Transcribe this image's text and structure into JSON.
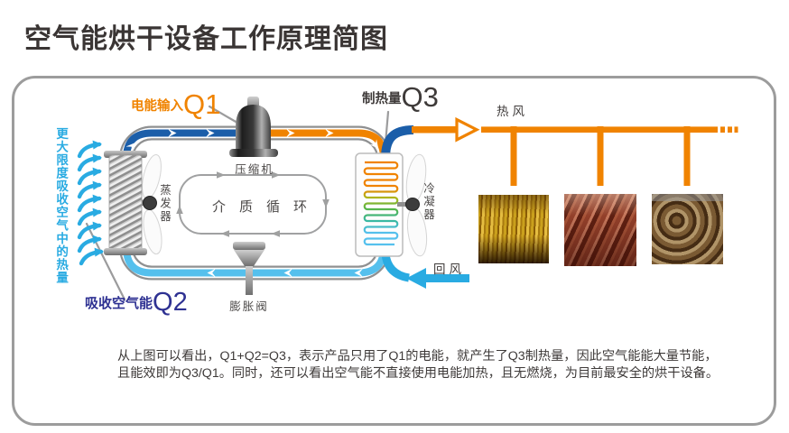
{
  "title": "空气能烘干设备工作原理简图",
  "colors": {
    "orange": "#f08300",
    "dark_blue": "#1b5ea9",
    "light_blue": "#55c0ed",
    "cyan": "#29abe2",
    "navy": "#2e3192",
    "text_dark": "#3e3a39",
    "pipe_gray": "#8f9091"
  },
  "labels": {
    "q1_prefix": "电能输入",
    "q1_symbol": "Q1",
    "q2_prefix": "吸收空气能",
    "q2_symbol": "Q2",
    "q3_prefix": "制热量",
    "q3_symbol": "Q3",
    "compressor": "压缩机",
    "evaporator": "蒸发器",
    "condenser": "冷凝器",
    "expansion_valve": "膨胀阀",
    "medium_cycle": "介质循环",
    "hot_air": "热风",
    "return_air": "回风",
    "absorb_note": "更大限度吸收空气中的热量"
  },
  "icons": {
    "air_intake_arrows": "cyan-curved-arrows",
    "hot_air_distribution": "orange-line-with-drops",
    "flow_arrows": "white-chevrons"
  },
  "photos": [
    {
      "id": "tobacco-drying-photo"
    },
    {
      "id": "sausage-drying-photo"
    },
    {
      "id": "mushroom-drying-photo"
    }
  ],
  "caption": {
    "line1": "从上图可以看出，Q1+Q2=Q3，表示产品只用了Q1的电能，就产生了Q3制热量，因此空气能能大量节能，",
    "line2": "且能效即为Q3/Q1。同时，还可以看出空气能不直接使用电能加热，且无燃烧，为目前最安全的烘干设备。"
  }
}
